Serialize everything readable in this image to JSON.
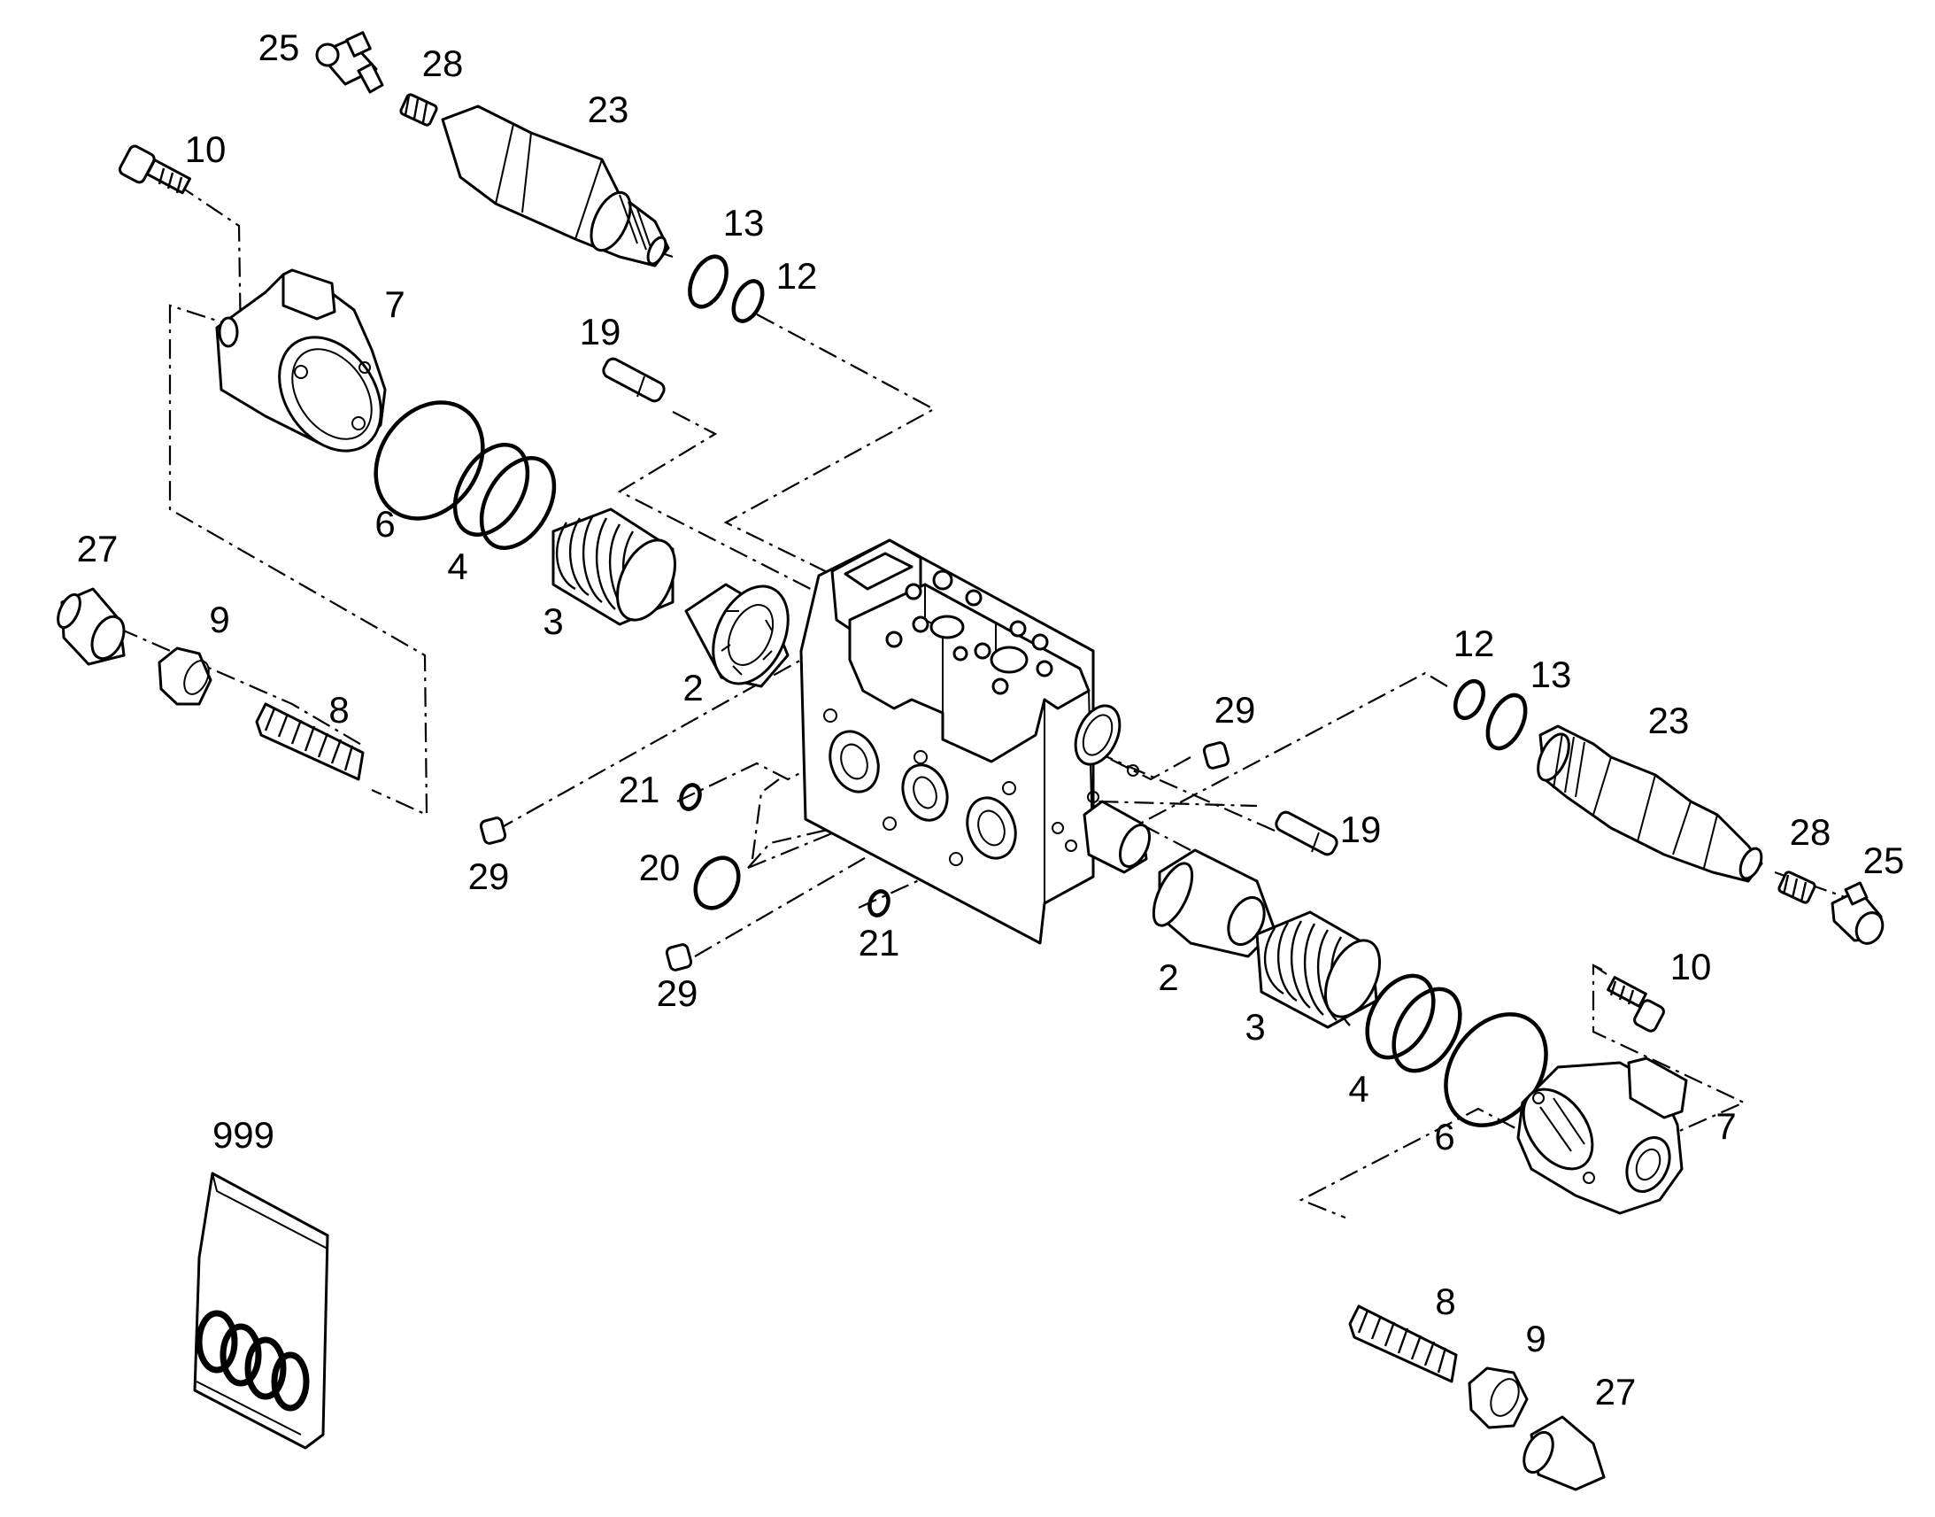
{
  "labels": {
    "p25_top": "25",
    "p28_top": "28",
    "p23_top": "23",
    "p10_top": "10",
    "p13_top": "13",
    "p12_top": "12",
    "p7_left": "7",
    "p19_top": "19",
    "p6_left": "6",
    "p4_left": "4",
    "p3_left": "3",
    "p27_left": "27",
    "p9_left": "9",
    "p8_left": "8",
    "p2_left": "2",
    "p29_left": "29",
    "p21_upper": "21",
    "p20": "20",
    "p21_lower": "21",
    "p29_lower": "29",
    "p12_right": "12",
    "p13_right": "13",
    "p23_right": "23",
    "p29_right": "29",
    "p19_right": "19",
    "p28_right": "28",
    "p25_right": "25",
    "p2_right": "2",
    "p3_right": "3",
    "p10_right": "10",
    "p4_right": "4",
    "p6_right": "6",
    "p7_right": "7",
    "p999": "999",
    "p8_right": "8",
    "p9_right": "9",
    "p27_right": "27"
  }
}
